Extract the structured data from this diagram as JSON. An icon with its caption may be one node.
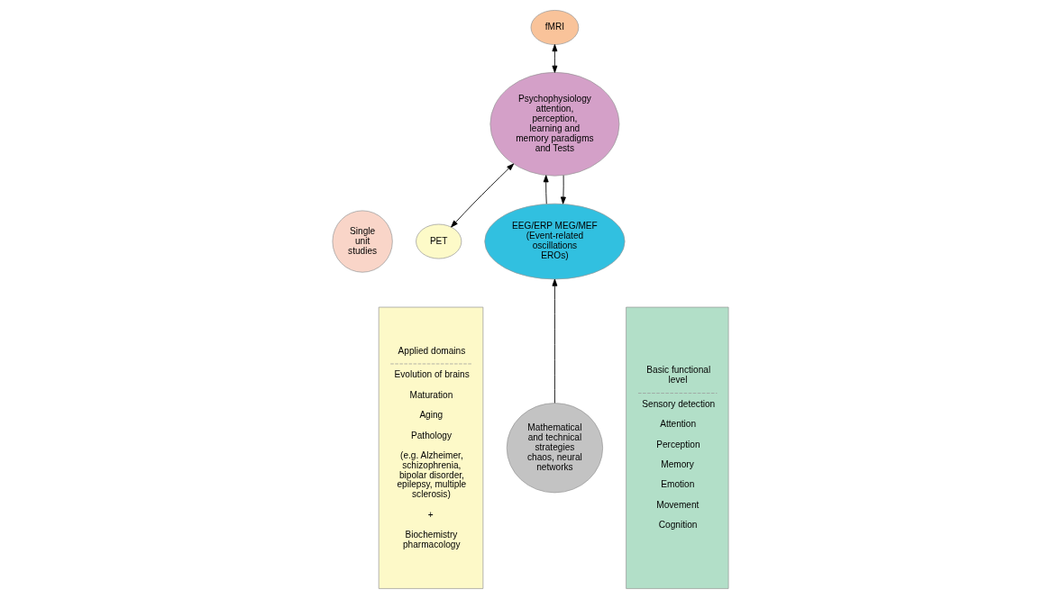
{
  "diagram": {
    "nodes": [
      {
        "text": [
          "Applied domains",
          "Evolution of brains",
          "Maturation",
          "Aging",
          "Pathology",
          "(e.g. Alzheimer, schizophrenia, bipolar disorder, epilepsy, multiple sclerosis)",
          "+",
          "Biochemistry pharmacology"
        ]
      },
      {
        "text": [
          "Single unit studies"
        ]
      },
      {
        "text": [
          "EEG/ERP MEG/MEF (Event-related oscillations EROs)"
        ]
      },
      {
        "text": [
          "PET"
        ]
      },
      {
        "text": [
          "Mathematical and technical strategies chaos, neural networks"
        ]
      },
      {
        "text": [
          "fMRI"
        ]
      },
      {
        "text": [
          "Psychophysiology attention, perception, learning and memory paradigms and Tests"
        ]
      },
      {
        "text": [
          "Basic functional level",
          "Sensory detection",
          "Attention",
          "Perception",
          "Memory",
          "Emotion",
          "Movement",
          "Cognition"
        ]
      }
    ],
    "edges": [
      {
        "from": 4,
        "to": 2,
        "arrow": "to"
      },
      {
        "from": 6,
        "to": 2,
        "arrow": "to"
      },
      {
        "from": 2,
        "to": 6,
        "arrow": "to"
      },
      {
        "from": 6,
        "to": 3,
        "arrow": "both"
      },
      {
        "from": 6,
        "to": 5,
        "arrow": "both"
      }
    ]
  }
}
